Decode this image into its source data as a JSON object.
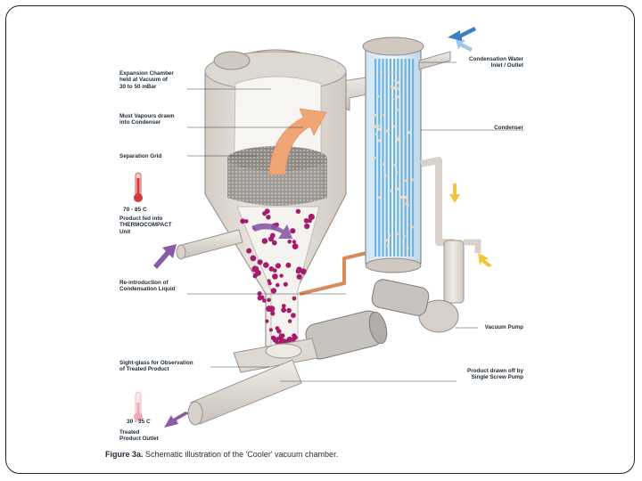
{
  "labels": {
    "expansion_chamber": "Expansion Chamber\nheld at Vacuum of\n30 to 50 mBar",
    "must_vapours": "Must Vapours drawn\ninto Condenser",
    "separation_grid": "Separation Grid",
    "product_fed": "Product fed into\nTHERMOCOMPACT\nUnit",
    "reintroduction": "Re-introduction of\nCondensation Liquid",
    "sight_glass": "Sight-glass for Observation\nof Treated Product",
    "treated_outlet": "Treated\nProduct Outlet",
    "condensation_water": "Condensation Water\nInlet / Outlet",
    "condenser": "Condenser",
    "vacuum_pump": "Vacuum Pump",
    "product_drawn_off": "Product drawn off by\nSingle Screw Pump"
  },
  "temperatures": {
    "inlet": "70 - 85 C",
    "outlet": "30 - 35 C"
  },
  "caption": {
    "figure": "Figure 3a.",
    "text": "Schematic illustration of the 'Cooler' vacuum chamber."
  },
  "colors": {
    "vessel": "#e6e2dc",
    "vessel_shade": "#c9c3bb",
    "product": "#a51c6a",
    "vapour_arrow": "#f0a575",
    "feed_arrow": "#8a5aa8",
    "condenser_tubes": "#6fb3dc",
    "water_arrow_in": "#9ec8ea",
    "water_arrow_out": "#3b7fc0",
    "yellow_arrow": "#f2c53a",
    "thermo_hot": "#d43a3a",
    "thermo_cool": "#f2a7b6"
  }
}
